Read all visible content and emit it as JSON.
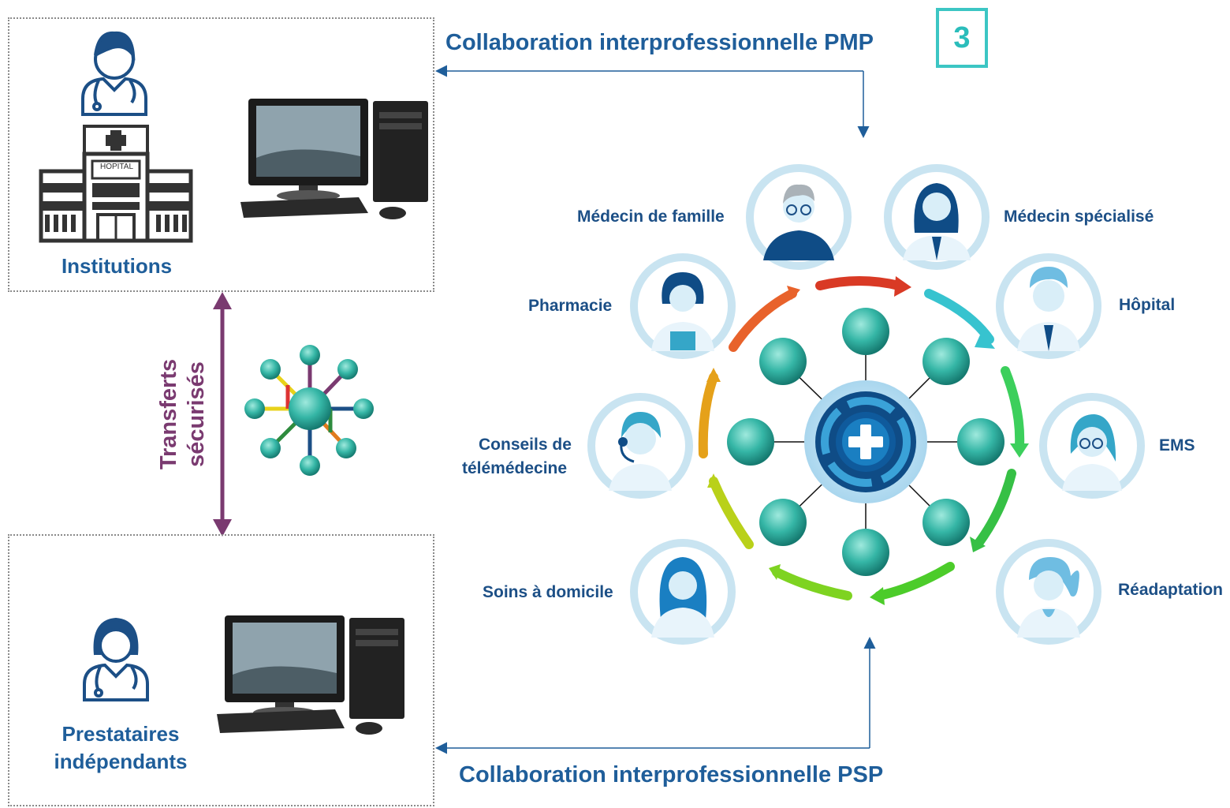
{
  "top_title": "Collaboration interprofessionnelle PMP",
  "bottom_title": "Collaboration interprofessionnelle PSP",
  "badge": "3",
  "institutions_label": "Institutions",
  "hospital_sign": "HOPITAL",
  "independent_label_line1": "Prestataires",
  "independent_label_line2": "indépendants",
  "transfer_label_line1": "Transferts",
  "transfer_label_line2": "sécurisés",
  "roles": {
    "family_doctor": "Médecin de famille",
    "specialist": "Médecin spécialisé",
    "pharmacy": "Pharmacie",
    "hospital": "Hôpital",
    "telemedicine_line1": "Conseils de",
    "telemedicine_line2": "télémédecine",
    "ems": "EMS",
    "home_care": "Soins à domicile",
    "rehab": "Réadaptation"
  },
  "colors": {
    "title_blue": "#1f5e9a",
    "role_blue": "#1c4f86",
    "badge_teal": "#3cc6c4",
    "transfer_purple": "#7a3a70",
    "node_teal": "#2aa89a"
  },
  "icons": [
    "doctor-icon",
    "hospital-icon",
    "computer-icon",
    "network-icon",
    "care-circle-hub-icon",
    "person-avatar-icon"
  ]
}
